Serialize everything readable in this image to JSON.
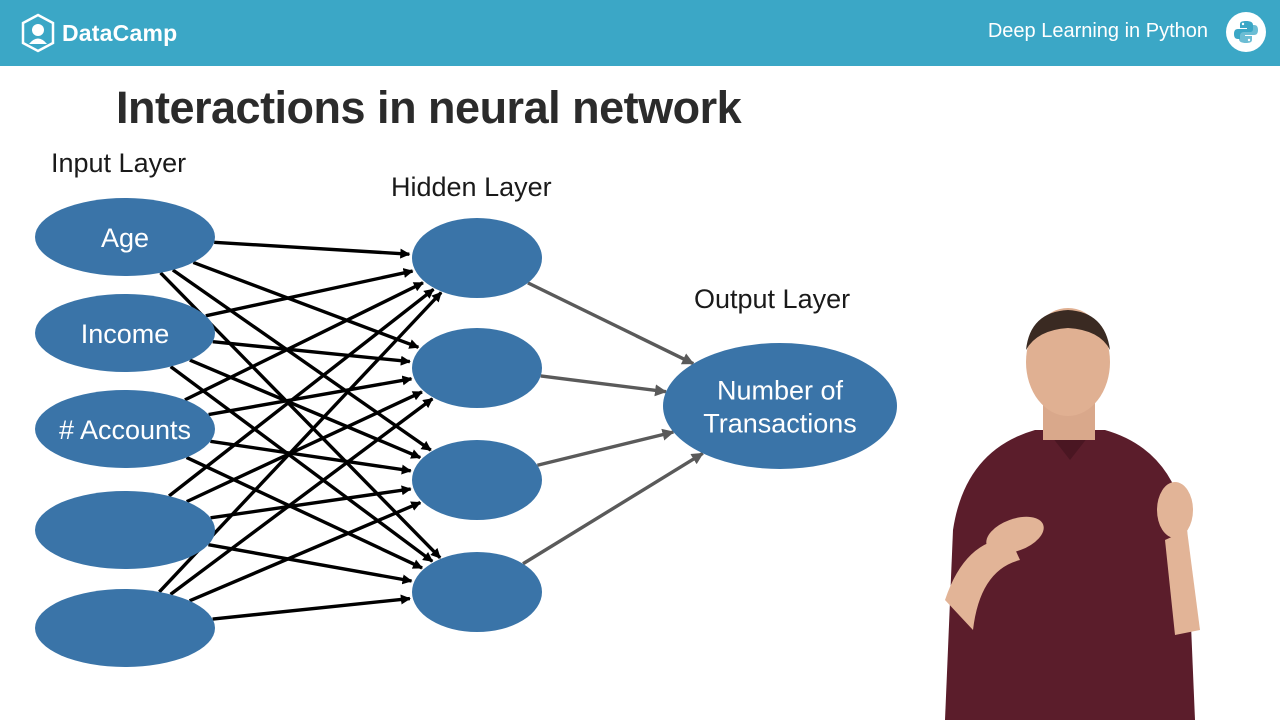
{
  "header": {
    "brand": "DataCamp",
    "course_title": "Deep Learning in Python",
    "brand_color": "#3ba7c6"
  },
  "slide": {
    "title": "Interactions in neural network"
  },
  "diagram": {
    "node_color": "#3a74a8",
    "input_layer": {
      "label": "Input Layer",
      "nodes": [
        "Age",
        "Income",
        "# Accounts",
        "",
        ""
      ]
    },
    "hidden_layer": {
      "label": "Hidden Layer",
      "nodes": [
        "",
        "",
        "",
        ""
      ]
    },
    "output_layer": {
      "label": "Output Layer",
      "nodes": [
        "Number of\nTransactions"
      ]
    }
  }
}
